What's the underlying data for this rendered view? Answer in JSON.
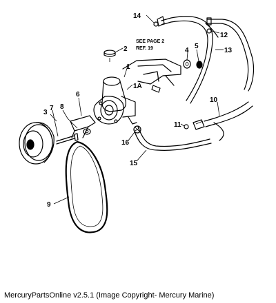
{
  "diagram": {
    "note_line1": "SEE PAGE 2",
    "note_line2": "REF. 19",
    "callouts": {
      "p1": "1",
      "p1a": "1A",
      "p2": "2",
      "p3": "3",
      "p4": "4",
      "p5": "5",
      "p6": "6",
      "p7": "7",
      "p8": "8",
      "p9": "9",
      "p10": "10",
      "p11": "11",
      "p12": "12",
      "p13": "13",
      "p14": "14",
      "p15": "15",
      "p16": "16"
    }
  },
  "footer": {
    "caption": "MercuryPartsOnline v2.5.1 (Image Copyright- Mercury Marine)"
  }
}
